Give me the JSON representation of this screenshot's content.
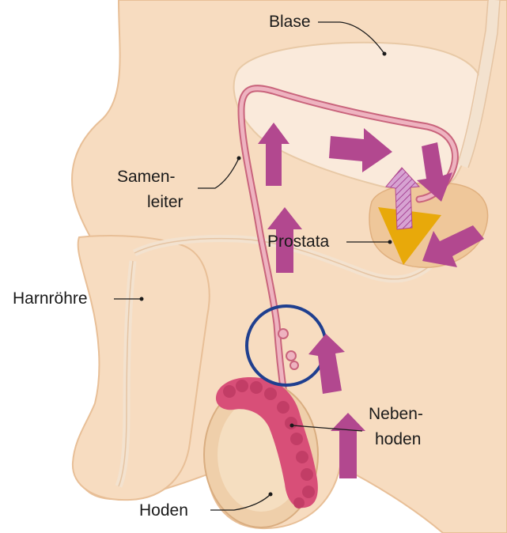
{
  "labels": {
    "blase": "Blase",
    "samenleiter_1": "Samen-",
    "samenleiter_2": "leiter",
    "prostata": "Prostata",
    "harnroehre": "Harnröhre",
    "nebenhoden_1": "Neben-",
    "nebenhoden_2": "hoden",
    "hoden": "Hoden"
  },
  "colors": {
    "skin": "#f7dcc0",
    "skin_outline": "#e8bf97",
    "organ_fill": "#faeadb",
    "duct": "#e9a3b2",
    "duct_dark": "#c9647c",
    "epididymis": "#d84f78",
    "testis": "#efcfaa",
    "prostate": "#efc79a",
    "prostate_tri": "#e8a90a",
    "arrow": "#b2488f",
    "arrow_hatched": "#c98cc4",
    "circle": "#1f3f8f",
    "leader": "#1a1a1a"
  },
  "icons": {
    "arrow": "flow-arrow",
    "circle": "highlight-circle"
  }
}
